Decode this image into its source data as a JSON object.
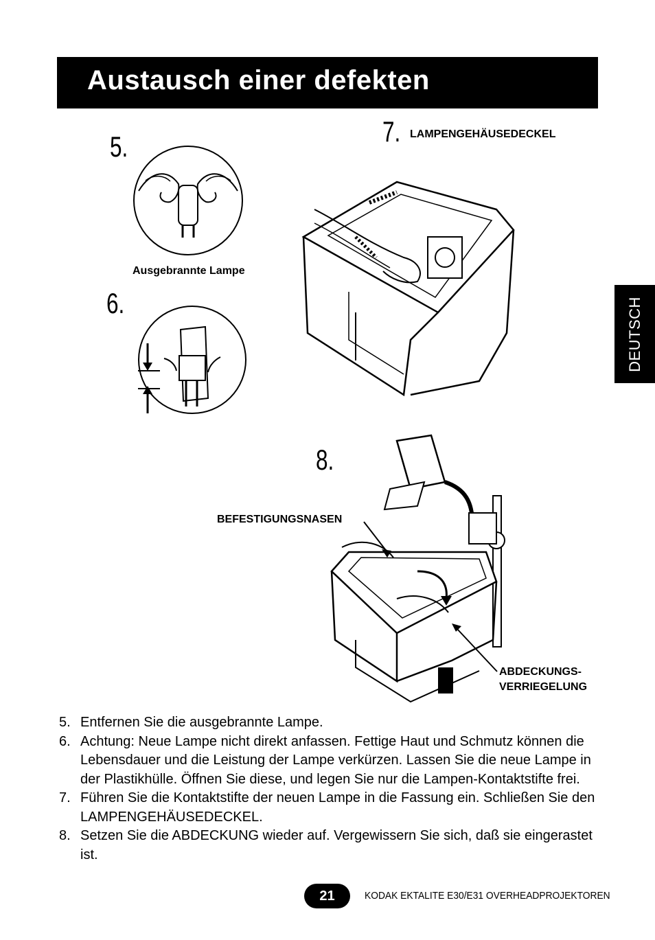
{
  "title": "Austausch einer defekten",
  "side_tab": "DEUTSCH",
  "figures": {
    "step5": {
      "number": "5.",
      "caption": "Ausgebrannte Lampe"
    },
    "step6": {
      "number": "6."
    },
    "step7": {
      "number": "7.",
      "label": "LAMPENGEHÄUSEDECKEL"
    },
    "step8": {
      "number": "8.",
      "label_tabs": "BEFESTIGUNGSNASEN",
      "label_lock_line1": "ABDECKUNGS-",
      "label_lock_line2": "VERRIEGELUNG"
    }
  },
  "instructions": [
    {
      "num": "5.",
      "text": "Entfernen Sie die ausgebrannte Lampe."
    },
    {
      "num": "6.",
      "text": "Achtung: Neue Lampe nicht direkt anfassen. Fettige Haut und Schmutz können die Lebensdauer und die Leistung der Lampe verkürzen. Lassen Sie die neue Lampe in der Plastikhülle. Öffnen Sie diese, und legen Sie nur die Lampen-Kontaktstifte frei."
    },
    {
      "num": "7.",
      "text": "Führen Sie die Kontaktstifte der neuen Lampe in die Fassung ein. Schließen Sie den LAMPENGEHÄUSEDECKEL."
    },
    {
      "num": "8.",
      "text": "Setzen Sie die ABDECKUNG wieder auf. Vergewissern Sie sich, daß sie eingerastet ist."
    }
  ],
  "footer": {
    "page_number": "21",
    "product": "KODAK EKTALITE E30/E31 OVERHEADPROJEKTOREN"
  }
}
